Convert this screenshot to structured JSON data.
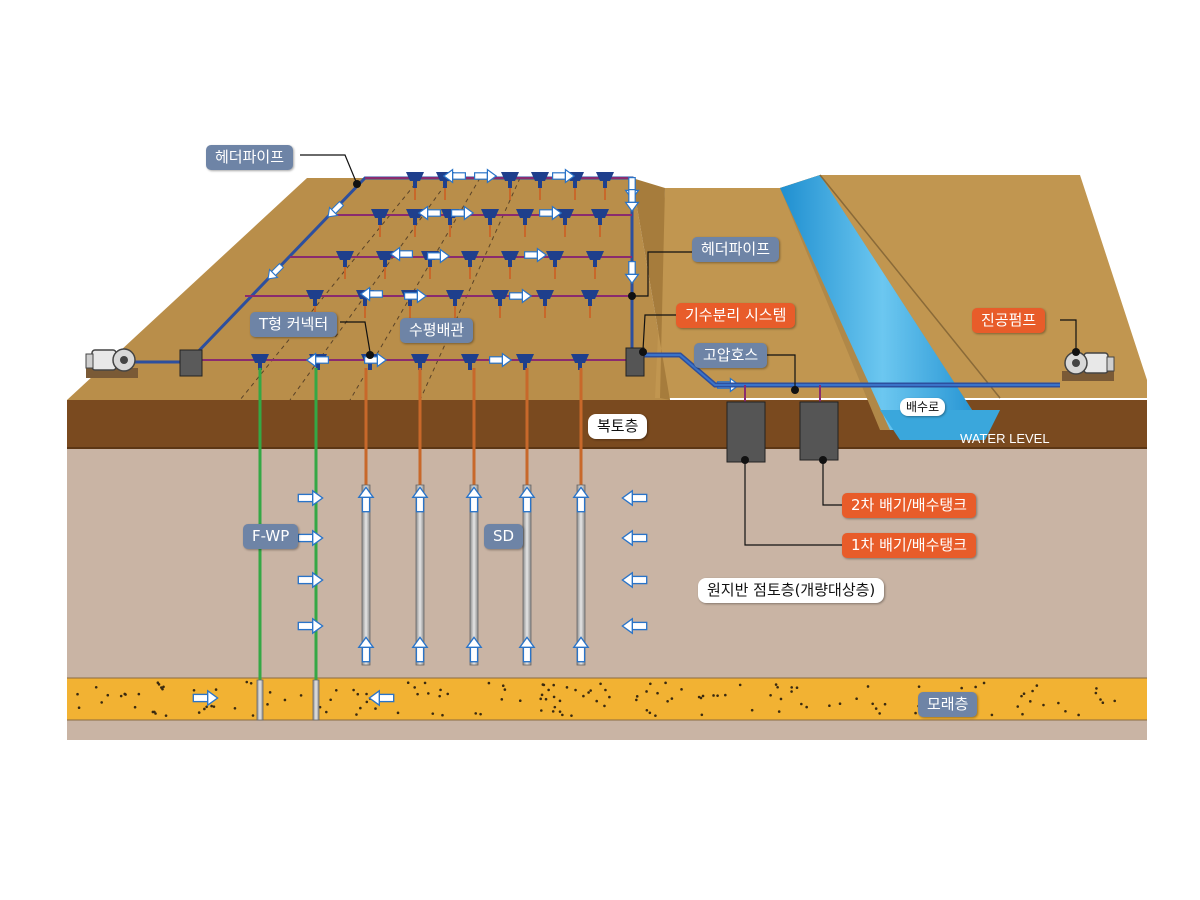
{
  "labels": {
    "header_pipe_top": "헤더파이프",
    "header_pipe_right": "헤더파이프",
    "t_connector": "T형 커넥터",
    "horizontal_pipe": "수평배관",
    "gas_water_separation": "기수분리 시스템",
    "high_pressure_hose": "고압호스",
    "vacuum_pump": "진공펌프",
    "cover_layer": "복토층",
    "drainage_channel": "배수로",
    "water_level": "WATER LEVEL",
    "tank_2": "2차 배기/배수탱크",
    "tank_1": "1차 배기/배수탱크",
    "fwp": "F-WP",
    "sd": "SD",
    "clay_layer": "원지반 점토층(개량대상층)",
    "sand_layer": "모래층"
  },
  "colors": {
    "embankment": "#b98e4a",
    "cover_soil": "#7a4a1f",
    "clay": "#c9b4a4",
    "sand": "#f2b233",
    "water": "#3aa7dc",
    "pipe_blue": "#2d4f9e",
    "pipe_purple": "#8a2b6f",
    "connector": "#1f3f8c",
    "drain_orange": "#c8682a",
    "fwp_green": "#34a845",
    "label_blue": "#6e84a6",
    "label_orange": "#e85c2a"
  }
}
